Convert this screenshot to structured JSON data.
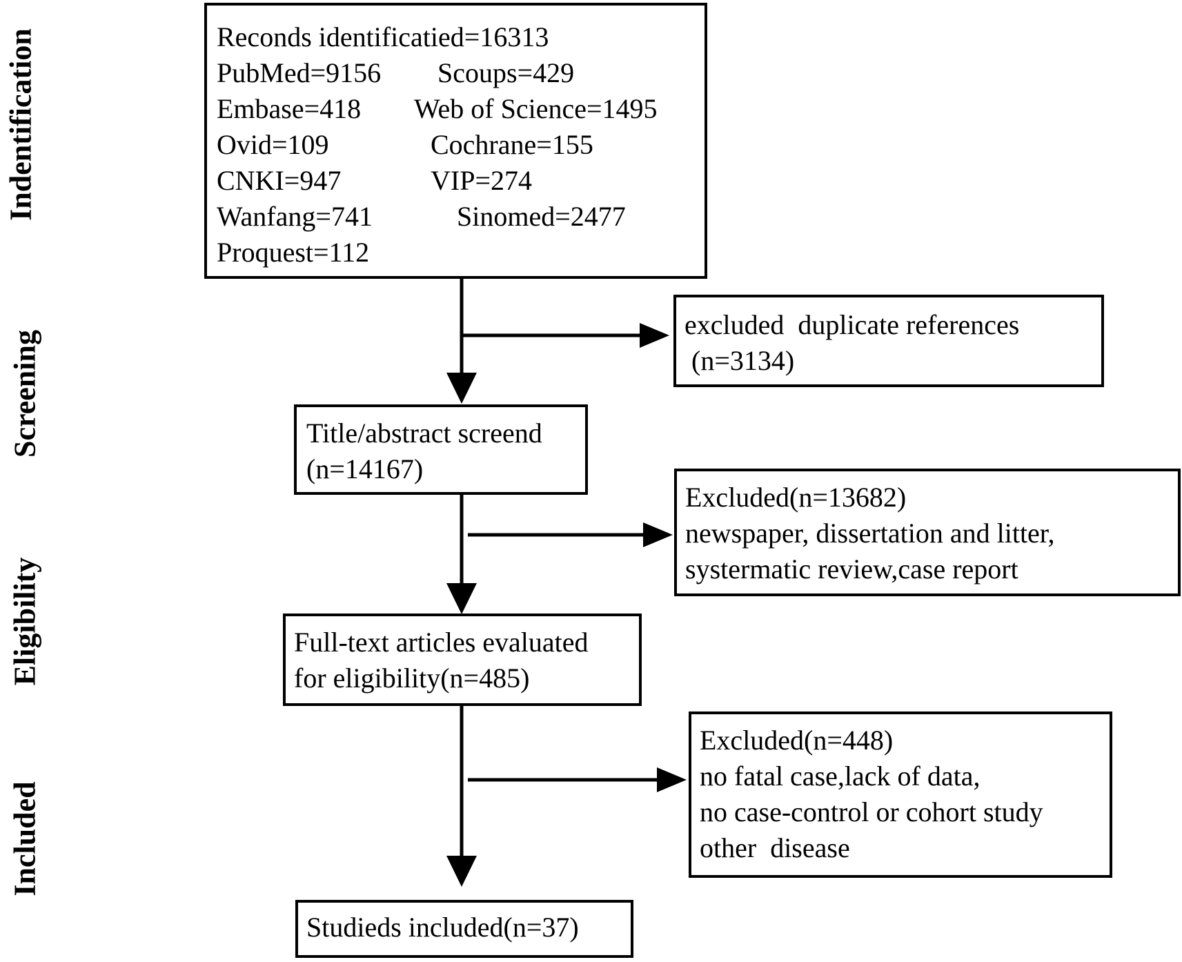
{
  "stages": {
    "identification": "Indentification",
    "screening": "Screening",
    "eligibility": "Eligibility",
    "included": "Included"
  },
  "records": {
    "title": "Reconds identificatied=16313",
    "databases": [
      [
        "PubMed=9156",
        "Scoups=429"
      ],
      [
        "Embase=418",
        "Web of Science=1495"
      ],
      [
        "Ovid=109",
        "Cochrane=155"
      ],
      [
        "CNKI=947",
        "VIP=274"
      ],
      [
        "Wanfang=741",
        "Sinomed=2477"
      ],
      [
        "Proquest=112",
        ""
      ]
    ]
  },
  "duplicates": {
    "line1": "excluded  duplicate references",
    "line2": " (n=3134)"
  },
  "screened": {
    "line1": "Title/abstract screend",
    "line2": "(n=14167)"
  },
  "excluded_screen": {
    "line1": "Excluded(n=13682)",
    "line2": "newspaper, dissertation and litter,",
    "line3": "systermatic review,case report"
  },
  "fulltext": {
    "line1": "Full-text articles evaluated",
    "line2": "for eligibility(n=485)"
  },
  "excluded_fulltext": {
    "line1": "Excluded(n=448)",
    "line2": "no fatal case,lack of data,",
    "line3": "no case-control or cohort study",
    "line4": "other  disease"
  },
  "included": {
    "line1": "Studieds included(n=37)"
  }
}
